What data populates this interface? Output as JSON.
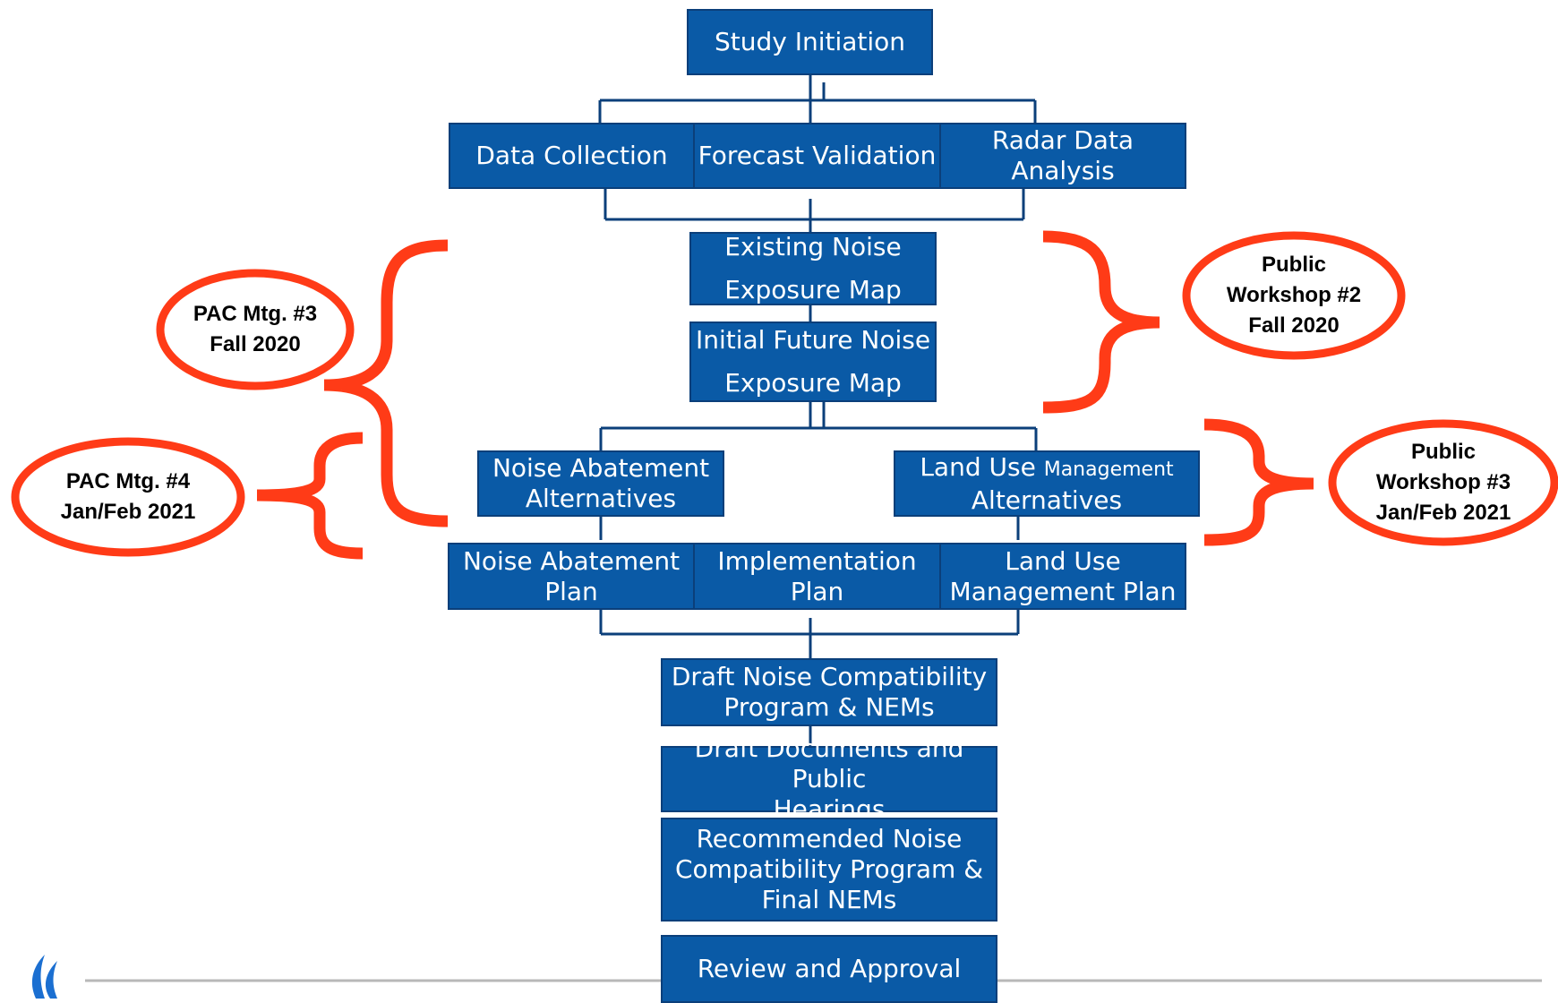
{
  "boxes": {
    "study_initiation": "Study Initiation",
    "data_collection": "Data Collection",
    "forecast_validation": "Forecast Validation",
    "radar_data_analysis": "Radar Data Analysis",
    "existing_noise": [
      "Existing Noise",
      "Exposure Map"
    ],
    "initial_future": [
      "Initial Future Noise",
      "Exposure Map"
    ],
    "noise_abatement_alternatives": [
      "Noise Abatement",
      "Alternatives"
    ],
    "land_use_alternatives": {
      "prefix": "Land Use ",
      "small": "Management",
      "line2": "Alternatives"
    },
    "noise_abatement_plan": [
      "Noise Abatement",
      "Plan"
    ],
    "implementation_plan": [
      "Implementation",
      "Plan"
    ],
    "land_use_plan": [
      "Land Use",
      "Management Plan"
    ],
    "draft_ncp": [
      "Draft Noise Compatibility",
      "Program & NEMs"
    ],
    "draft_documents": [
      "Draft Documents and Public",
      "Hearings"
    ],
    "recommended_ncp": [
      "Recommended Noise",
      "Compatibility Program &",
      "Final NEMs"
    ],
    "review_approval": "Review and Approval"
  },
  "meetings": {
    "pac3": [
      "PAC Mtg. #3",
      "Fall 2020"
    ],
    "pac4": [
      "PAC Mtg. #4",
      "Jan/Feb 2021"
    ],
    "workshop2": [
      "Public",
      "Workshop #2",
      "Fall 2020"
    ],
    "workshop3": [
      "Public",
      "Workshop #3",
      "Jan/Feb 2021"
    ]
  },
  "colors": {
    "box_fill": "#0a5aa6",
    "box_border": "#0b3f7a",
    "connector": "#0b3f7a",
    "annotation": "#ff3b17",
    "footer_rule": "#b8b8b8",
    "logo": "#1b6fd1"
  }
}
